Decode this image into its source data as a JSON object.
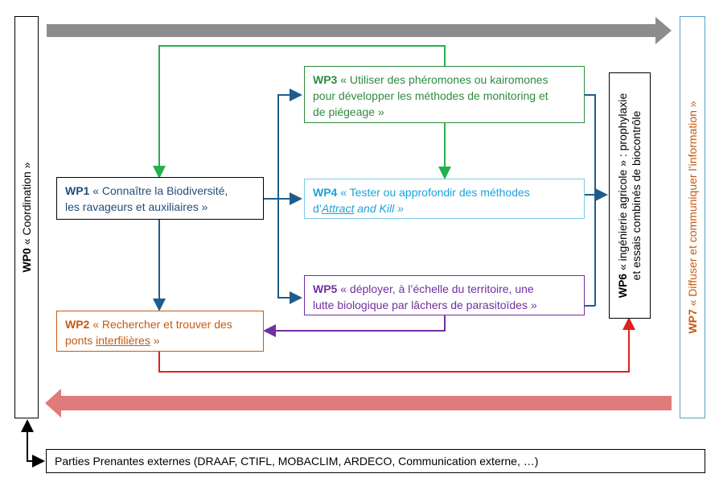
{
  "colors": {
    "wp0": "#000000",
    "wp1": "#1f4e79",
    "wp2": "#c55a11",
    "wp3": "#2e8b3e",
    "wp4": "#1aa3d9",
    "wp5": "#7030a0",
    "wp6": "#000000",
    "wp7": "#c55a11",
    "arrow_grey": "#8c8c8c",
    "arrow_pink": "#e07b7b",
    "link_red": "#e0201c",
    "link_green": "#22b14c",
    "link_blue": "#1f5c8c",
    "link_purple": "#7030a0"
  },
  "wp0": {
    "code": "WP0",
    "text": " « Coordination »"
  },
  "wp1": {
    "code": "WP1",
    "line1": " « Connaître la Biodiversité,",
    "line2": "les ravageurs et auxiliaires »"
  },
  "wp2": {
    "code": "WP2",
    "line1": " « Rechercher et trouver des",
    "line2_pre": "ponts ",
    "line2_u": "interfilières",
    "line2_post": " »"
  },
  "wp3": {
    "code": "WP3",
    "line1": " « Utiliser des phéromones ou kairomones",
    "line2": "pour développer les méthodes de monitoring et",
    "line3": "de piégeage »"
  },
  "wp4": {
    "code": "WP4",
    "line1": " « Tester ou approfondir des méthodes",
    "line2_pre": "d’",
    "line2_u": "Attract",
    "line2_post": " and Kill »"
  },
  "wp5": {
    "code": "WP5",
    "line1": " « déployer, à l’échelle du territoire, une",
    "line2": "lutte biologique par lâchers de parasitoïdes »"
  },
  "wp6": {
    "code": "WP6",
    "line1": " « ingénierie agricole » : prophylaxie",
    "line2": "et essais combinés de biocontrôle"
  },
  "wp7": {
    "code": "WP7",
    "text": " « Diffuser et communiquer l’information »"
  },
  "stakeholders": {
    "text": "Parties Prenantes externes (DRAAF, CTIFL, MOBACLIM, ARDECO, Communication externe, …)"
  }
}
